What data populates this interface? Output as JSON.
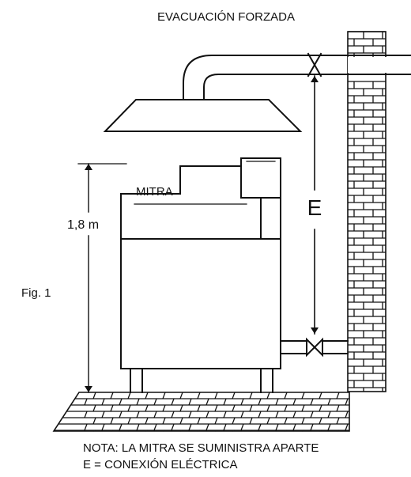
{
  "title": "EVACUACIÓN FORZADA",
  "figure_label": "Fig. 1",
  "labels": {
    "mitra": "MITRA",
    "height": "1,8 m",
    "dimension_e": "E"
  },
  "notes": [
    "NOTA: LA MITRA SE SUMINISTRA APARTE",
    "E = CONEXIÓN ELÉCTRICA"
  ]
}
